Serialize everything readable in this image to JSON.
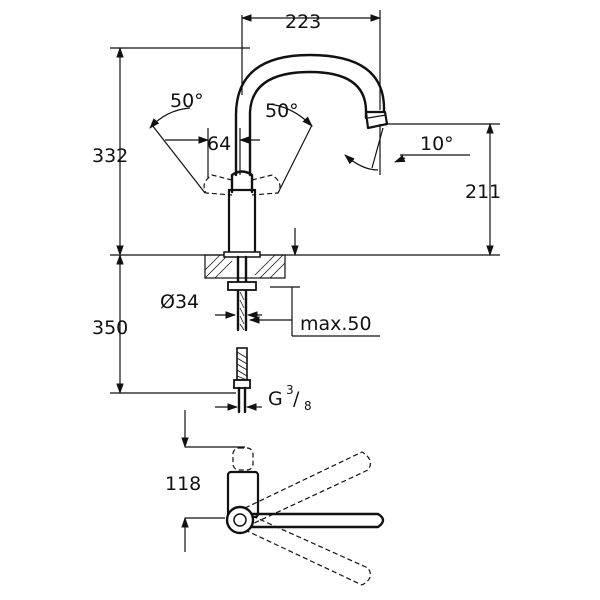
{
  "dimensions": {
    "spout_reach": "223",
    "total_height": "332",
    "spout_height": "211",
    "below_counter": "350",
    "handle_angle_left": "50°",
    "handle_angle_right": "50°",
    "handle_spacing": "64",
    "spout_tilt": "10°",
    "hole_diameter": "Ø34",
    "max_thickness": "max.50",
    "thread_prefix": "G",
    "thread_num": "3",
    "thread_den": "8",
    "top_view_depth": "118"
  },
  "colors": {
    "line": "#111111",
    "background": "#ffffff"
  }
}
